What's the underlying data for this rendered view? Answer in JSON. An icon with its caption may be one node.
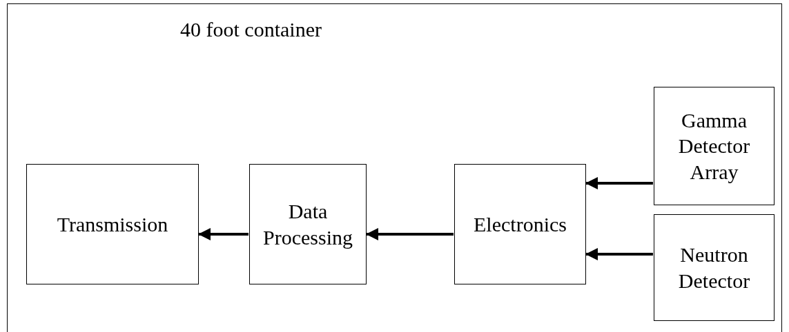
{
  "diagram": {
    "nodes": [
      {
        "text": [
          "40 foot container"
        ]
      },
      {
        "text": [
          "Transmission"
        ],
        "in": 0
      },
      {
        "text": [
          "Data Processing"
        ],
        "in": 0
      },
      {
        "text": [
          "Electronics"
        ],
        "in": 0
      },
      {
        "text": [
          "Gamma Detector Array"
        ],
        "in": 0
      },
      {
        "text": [
          "Neutron Detector"
        ],
        "in": 0
      }
    ],
    "edges": [
      {
        "from": 2,
        "to": 1,
        "arrow": "to"
      },
      {
        "from": 3,
        "to": 2,
        "arrow": "to"
      },
      {
        "from": 4,
        "to": 3,
        "arrow": "to"
      },
      {
        "from": 5,
        "to": 3,
        "arrow": "to"
      }
    ]
  }
}
